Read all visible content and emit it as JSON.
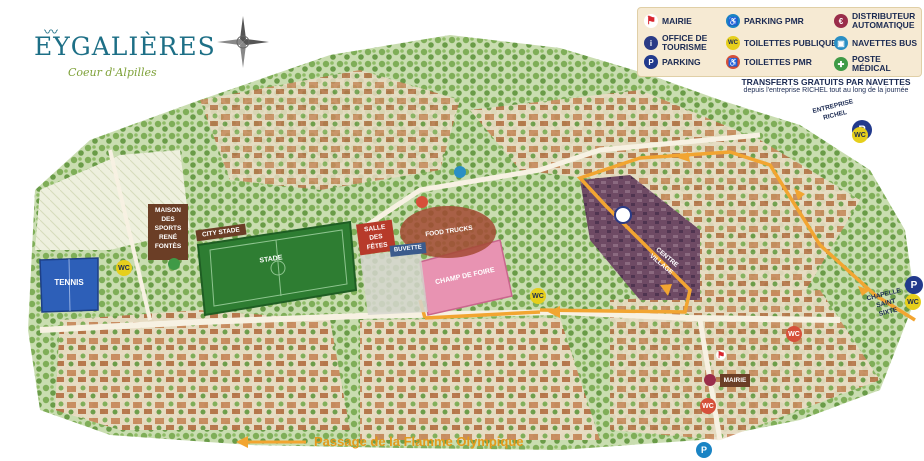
{
  "logo": {
    "title": "EYGALIÈRES",
    "subtitle": "Coeur d'Alpilles"
  },
  "legend": {
    "items": [
      {
        "label": "MAIRIE",
        "icon": "flag-icon",
        "color": "#d8262f"
      },
      {
        "label": "OFFICE DE TOURISME",
        "icon": "tourism-office-icon",
        "color": "#2a3b86"
      },
      {
        "label": "PARKING",
        "icon": "parking-icon",
        "color": "#223a8c"
      },
      {
        "label": "PARKING PMR",
        "icon": "disabled-parking-icon",
        "color": "#1a84c4"
      },
      {
        "label": "TOILETTES PUBLIQUES",
        "icon": "wc-icon",
        "color": "#e6cf1c"
      },
      {
        "label": "TOILETTES PMR",
        "icon": "disabled-wc-icon",
        "color": "#d6503a"
      },
      {
        "label": "DISTRIBUTEUR AUTOMATIQUE",
        "icon": "atm-icon",
        "color": "#9a2d4a"
      },
      {
        "label": "NAVETTES BUS",
        "icon": "bus-icon",
        "color": "#2a8fc4"
      },
      {
        "label": "POSTE MÉDICAL",
        "icon": "medical-icon",
        "color": "#3f9a46"
      }
    ]
  },
  "transfer": {
    "line1": "TRANSFERTS GRATUITS PAR NAVETTES",
    "line2": "depuis l'entreprise RICHEL tout au long de la journée"
  },
  "labels": {
    "tennis": "TENNIS",
    "maison_sports": "MAISON DES SPORTS RENÉ FONTÈS",
    "city_stade": "CITY STADE",
    "stade": "STADE",
    "salle_fetes": "SALLE DES FÊTES",
    "food_trucks": "FOOD TRUCKS",
    "buvette": "BUVETTE",
    "champ_foire": "CHAMP DE FOIRE",
    "centre_village": "CENTRE VILLAGE",
    "mairie": "MAIRIE",
    "entreprise_richel": "ENTREPRISE RICHEL",
    "chapelle": "CHAPELLE SAINT SIXTE",
    "wc": "WC",
    "parking": "P"
  },
  "flame_text": "Passage de la Flamme Olympique",
  "colors": {
    "route": "#f2a531",
    "stadium": "#2e7d32",
    "tennis": "#2d5fb8",
    "champ": "#e893b2",
    "food": "#a34a34",
    "village": "#5a3a5e",
    "sign": "#6b3e26"
  }
}
